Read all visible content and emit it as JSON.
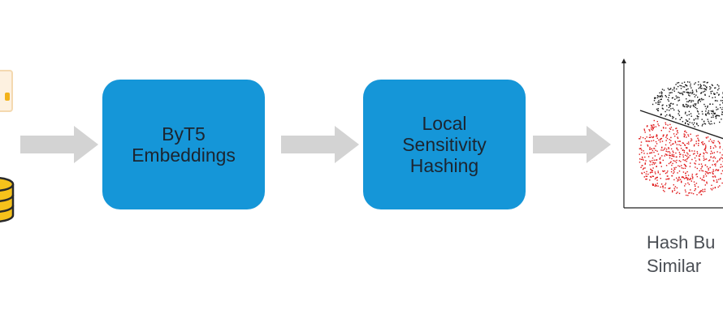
{
  "steps": [
    {
      "label": "ByT5\nEmbeddings"
    },
    {
      "label": "Local\nSensitivity\nHashing"
    }
  ],
  "output": {
    "caption_line1": "Hash Bu",
    "caption_line2": "Similar",
    "cluster_colors": {
      "upper": "#1a1a1a",
      "lower": "#e0191b"
    }
  },
  "colors": {
    "box_fill": "#1596d8",
    "arrow_fill": "#d3d3d3",
    "db_fill": "#f6c21b"
  },
  "icons": [
    "document-icon",
    "database-icon",
    "arrow-right-icon"
  ]
}
